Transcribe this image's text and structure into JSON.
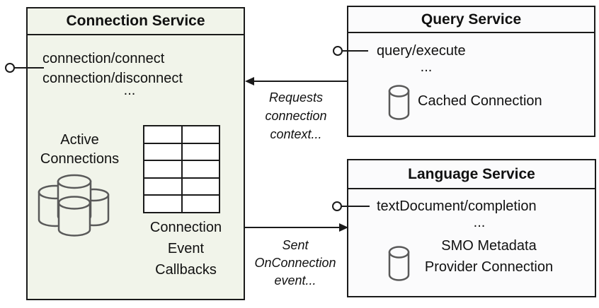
{
  "colors": {
    "connection_box_fill": "#f1f4ea",
    "service_box_fill": "#fbfbfc",
    "border": "#1a1a1a",
    "cylinder_stroke": "#595959",
    "text": "#111111"
  },
  "connection_service": {
    "title": "Connection Service",
    "endpoints": [
      "connection/connect",
      "connection/disconnect"
    ],
    "ellipsis": "...",
    "active_connections_label": "Active\nConnections",
    "callbacks_label": "Connection\nEvent\nCallbacks"
  },
  "query_service": {
    "title": "Query Service",
    "endpoints": [
      "query/execute"
    ],
    "ellipsis": "...",
    "cached_connection_label": "Cached Connection"
  },
  "language_service": {
    "title": "Language Service",
    "endpoints": [
      "textDocument/completion"
    ],
    "ellipsis": "...",
    "db_label": "SMO Metadata\nProvider Connection"
  },
  "annotations": {
    "requests": "Requests\nconnection\ncontext...",
    "sent": "Sent\nOnConnection\nevent..."
  },
  "icons": {
    "connection_interface": "interface-lollipop-icon",
    "query_interface": "interface-lollipop-icon",
    "language_interface": "interface-lollipop-icon",
    "active_connections": "database-cluster-icon",
    "callbacks_table": "table-grid-icon",
    "cached_connection": "database-cylinder-icon",
    "smo_connection": "database-cylinder-icon",
    "arrow_to_connection": "arrow-left-icon",
    "arrow_to_language": "arrow-right-icon"
  }
}
